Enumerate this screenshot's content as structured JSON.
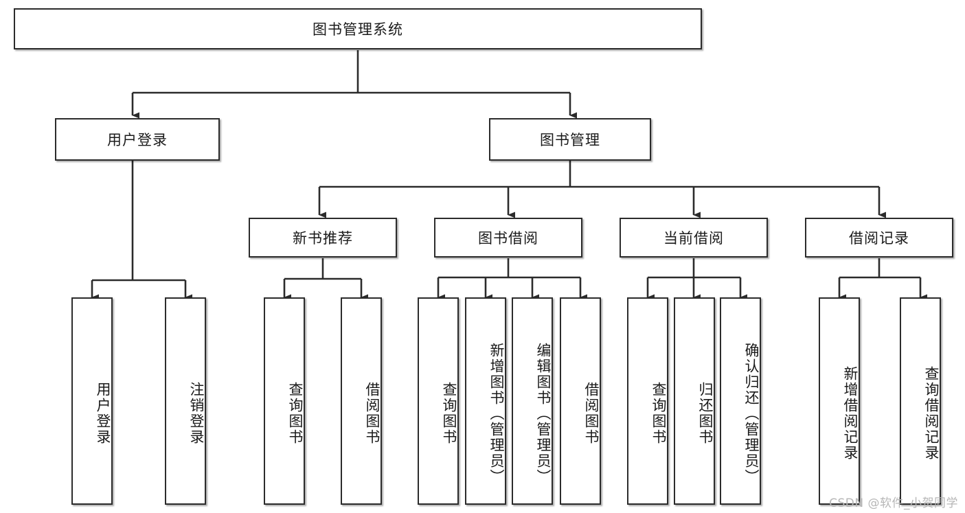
{
  "diagram": {
    "title": "图书管理系统",
    "type": "tree",
    "watermark": "CSDN @软件_小贺同学",
    "line_color": "#2b2b2b",
    "box_fill": "#ffffff",
    "text_color": "#1a1a1a"
  },
  "nodes": {
    "root": {
      "label": "图书管理系统"
    },
    "level2": [
      {
        "label": "用户登录"
      },
      {
        "label": "图书管理"
      }
    ],
    "level3": [
      {
        "label": "新书推荐"
      },
      {
        "label": "图书借阅"
      },
      {
        "label": "当前借阅"
      },
      {
        "label": "借阅记录"
      }
    ],
    "leaves": {
      "user_login": [
        {
          "label": "用户登录"
        },
        {
          "label": "注销登录"
        }
      ],
      "new_book_recommend": [
        {
          "label": "查询图书"
        },
        {
          "label": "借阅图书"
        }
      ],
      "book_borrow": [
        {
          "label": "查询图书"
        },
        {
          "label": "新增图书（管理员）"
        },
        {
          "label": "编辑图书（管理员）"
        },
        {
          "label": "借阅图书"
        }
      ],
      "current_borrow": [
        {
          "label": "查询图书"
        },
        {
          "label": "归还图书"
        },
        {
          "label": "确认归还（管理员）"
        }
      ],
      "borrow_record": [
        {
          "label": "新增借阅记录"
        },
        {
          "label": "查询借阅记录"
        }
      ]
    }
  }
}
